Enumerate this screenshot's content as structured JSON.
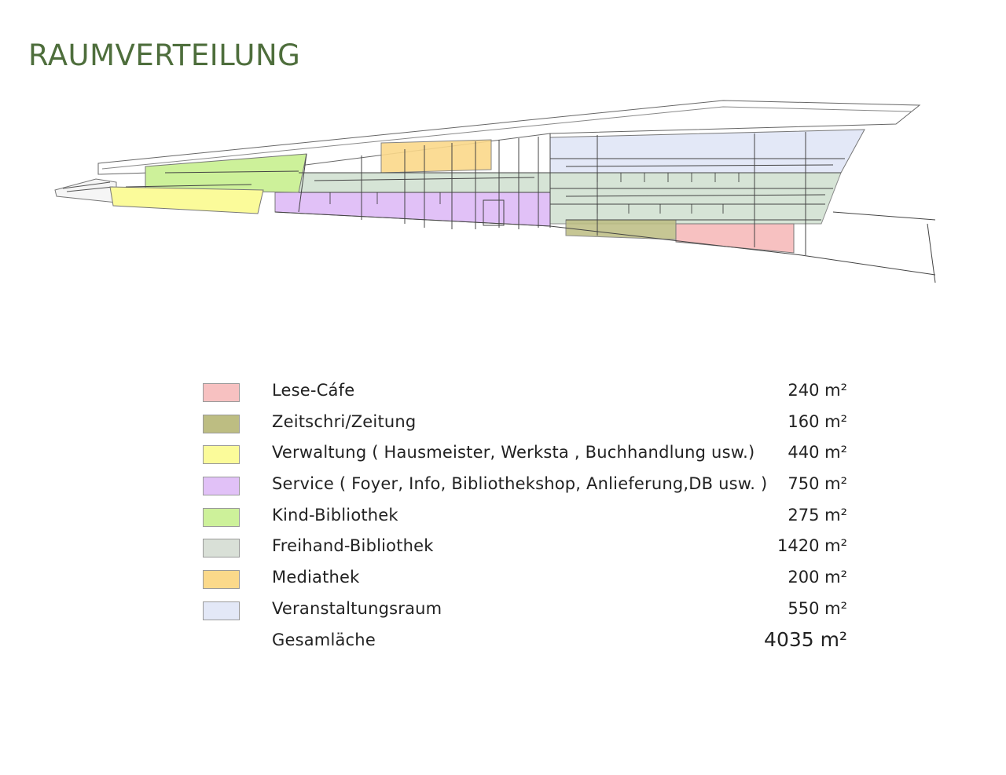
{
  "title": "RAUMVERTEILUNG",
  "legend": {
    "items": [
      {
        "label": "Lese-Cáfe",
        "area": "240 m²",
        "color": "#f7c1c1"
      },
      {
        "label": "Zeitschri/Zeitung",
        "area": "160 m²",
        "color": "#bdbd82"
      },
      {
        "label": "Verwaltung ( Hausmeister, Werksta , Buchhandlung usw.)",
        "area": "440 m²",
        "color": "#fbfb9a"
      },
      {
        "label": "Service ( Foyer, Info, Bibliothekshop, Anlieferung,DB usw. )",
        "area": "750 m²",
        "color": "#e1c1f7"
      },
      {
        "label": "Kind-Bibliothek",
        "area": "275 m²",
        "color": "#cdf19a"
      },
      {
        "label": "Freihand-Bibliothek",
        "area": "1420 m²",
        "color": "#d9e0d7"
      },
      {
        "label": "Mediathek",
        "area": "200 m²",
        "color": "#fbd98a"
      },
      {
        "label": "Veranstaltungsraum",
        "area": "550 m²",
        "color": "#e3e8f7"
      }
    ],
    "total": {
      "label": "Gesamläche",
      "area": "4035 m²"
    }
  }
}
